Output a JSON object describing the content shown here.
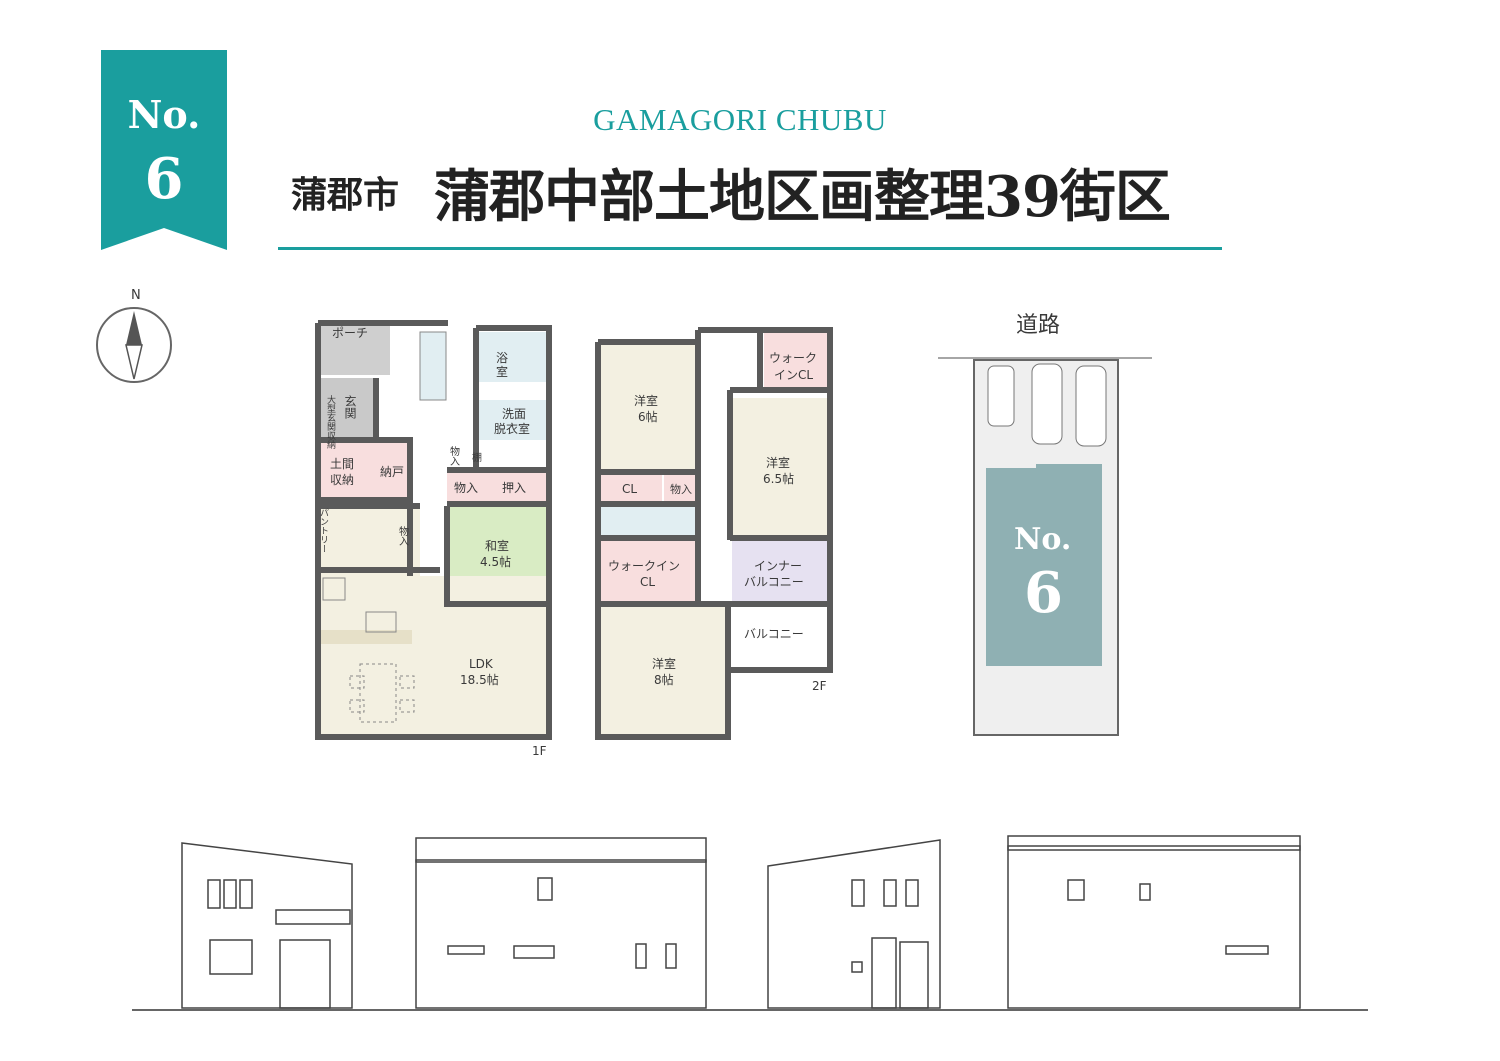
{
  "header": {
    "badge_no": "No.",
    "badge_number": "6",
    "subtitle": "GAMAGORI CHUBU",
    "city": "蒲郡市",
    "title": "蒲郡中部土地区画整理39街区"
  },
  "compass": {
    "north_label": "N"
  },
  "floor1": {
    "floor_label": "1F",
    "rooms": {
      "porch": "ポーチ",
      "storage_big": "大型玄関収納",
      "genkan": "玄関",
      "doma_1": "土間",
      "doma_2": "収納",
      "nando": "納戸",
      "pantry": "パントリー",
      "mono": "物入",
      "bath_1": "浴",
      "bath_2": "室",
      "wash_1": "洗面",
      "wash_2": "脱衣室",
      "mono2": "物入",
      "tana": "棚",
      "mono3": "物入",
      "oshi": "押入",
      "washitsu_1": "和室",
      "washitsu_2": "4.5帖",
      "ldk_1": "LDK",
      "ldk_2": "18.5帖"
    }
  },
  "floor2": {
    "floor_label": "2F",
    "rooms": {
      "wic_top_1": "ウォーク",
      "wic_top_2": "インCL",
      "yo6_1": "洋室",
      "yo6_2": "6帖",
      "yo65_1": "洋室",
      "yo65_2": "6.5帖",
      "cl": "CL",
      "mono": "物入",
      "wic_1": "ウォークイン",
      "wic_2": "CL",
      "inner_1": "インナー",
      "inner_2": "バルコニー",
      "balcony": "バルコニー",
      "yo8_1": "洋室",
      "yo8_2": "8帖"
    }
  },
  "site": {
    "road_label": "道路",
    "lot_no": "No.",
    "lot_number": "6"
  },
  "colors": {
    "accent": "#1a9e9e",
    "lot": "#8fb0b3",
    "wall": "#5a5a5a",
    "room_pink": "#f8dede",
    "room_beige": "#f3f0e1",
    "room_green": "#d9ecc4",
    "room_purple": "#e6e1f1",
    "room_blue": "#e1eef2",
    "tile_gray": "#c9c9c9"
  }
}
